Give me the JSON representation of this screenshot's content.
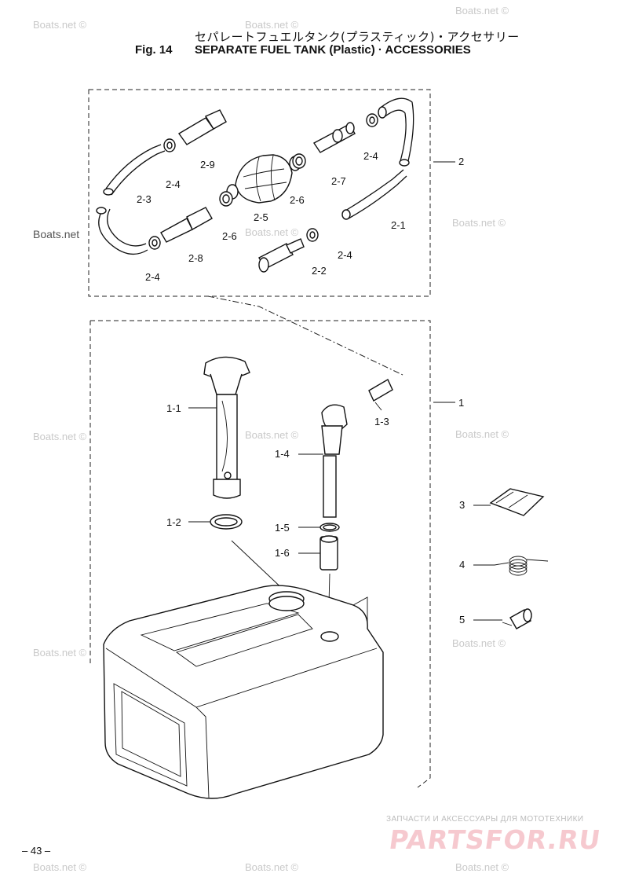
{
  "header": {
    "title_jp": "セパレートフュエルタンク(プラスティック)・アクセサリー",
    "fig_number": "Fig. 14",
    "title_en": "SEPARATE FUEL TANK (Plastic) · ACCESSORIES"
  },
  "callouts": {
    "c1": "1",
    "c2": "2",
    "c3": "3",
    "c4": "4",
    "c5": "5",
    "c1_1": "1-1",
    "c1_2": "1-2",
    "c1_3": "1-3",
    "c1_4": "1-4",
    "c1_5": "1-5",
    "c1_6": "1-6",
    "c2_1": "2-1",
    "c2_2": "2-2",
    "c2_3": "2-3",
    "c2_4a": "2-4",
    "c2_4b": "2-4",
    "c2_4c": "2-4",
    "c2_4d": "2-4",
    "c2_5": "2-5",
    "c2_6a": "2-6",
    "c2_6b": "2-6",
    "c2_7": "2-7",
    "c2_8": "2-8",
    "c2_9": "2-9"
  },
  "watermark": {
    "text": "Boats.net ©",
    "text_short": "Boats.net"
  },
  "footer": {
    "page_number": "– 43 –",
    "brand_tagline": "ЗАПЧАСТИ И АКСЕССУАРЫ ДЛЯ МОТОТЕХНИКИ",
    "brand_name": "PARTSFOR.RU"
  },
  "icons": [
    "fuel-tank-icon",
    "fuel-gauge-icon",
    "primer-bulb-icon",
    "fuel-hose-icon",
    "connector-icon",
    "clip-icon",
    "gasket-icon",
    "wire-coil-icon",
    "filter-icon",
    "pickup-pipe-icon"
  ]
}
